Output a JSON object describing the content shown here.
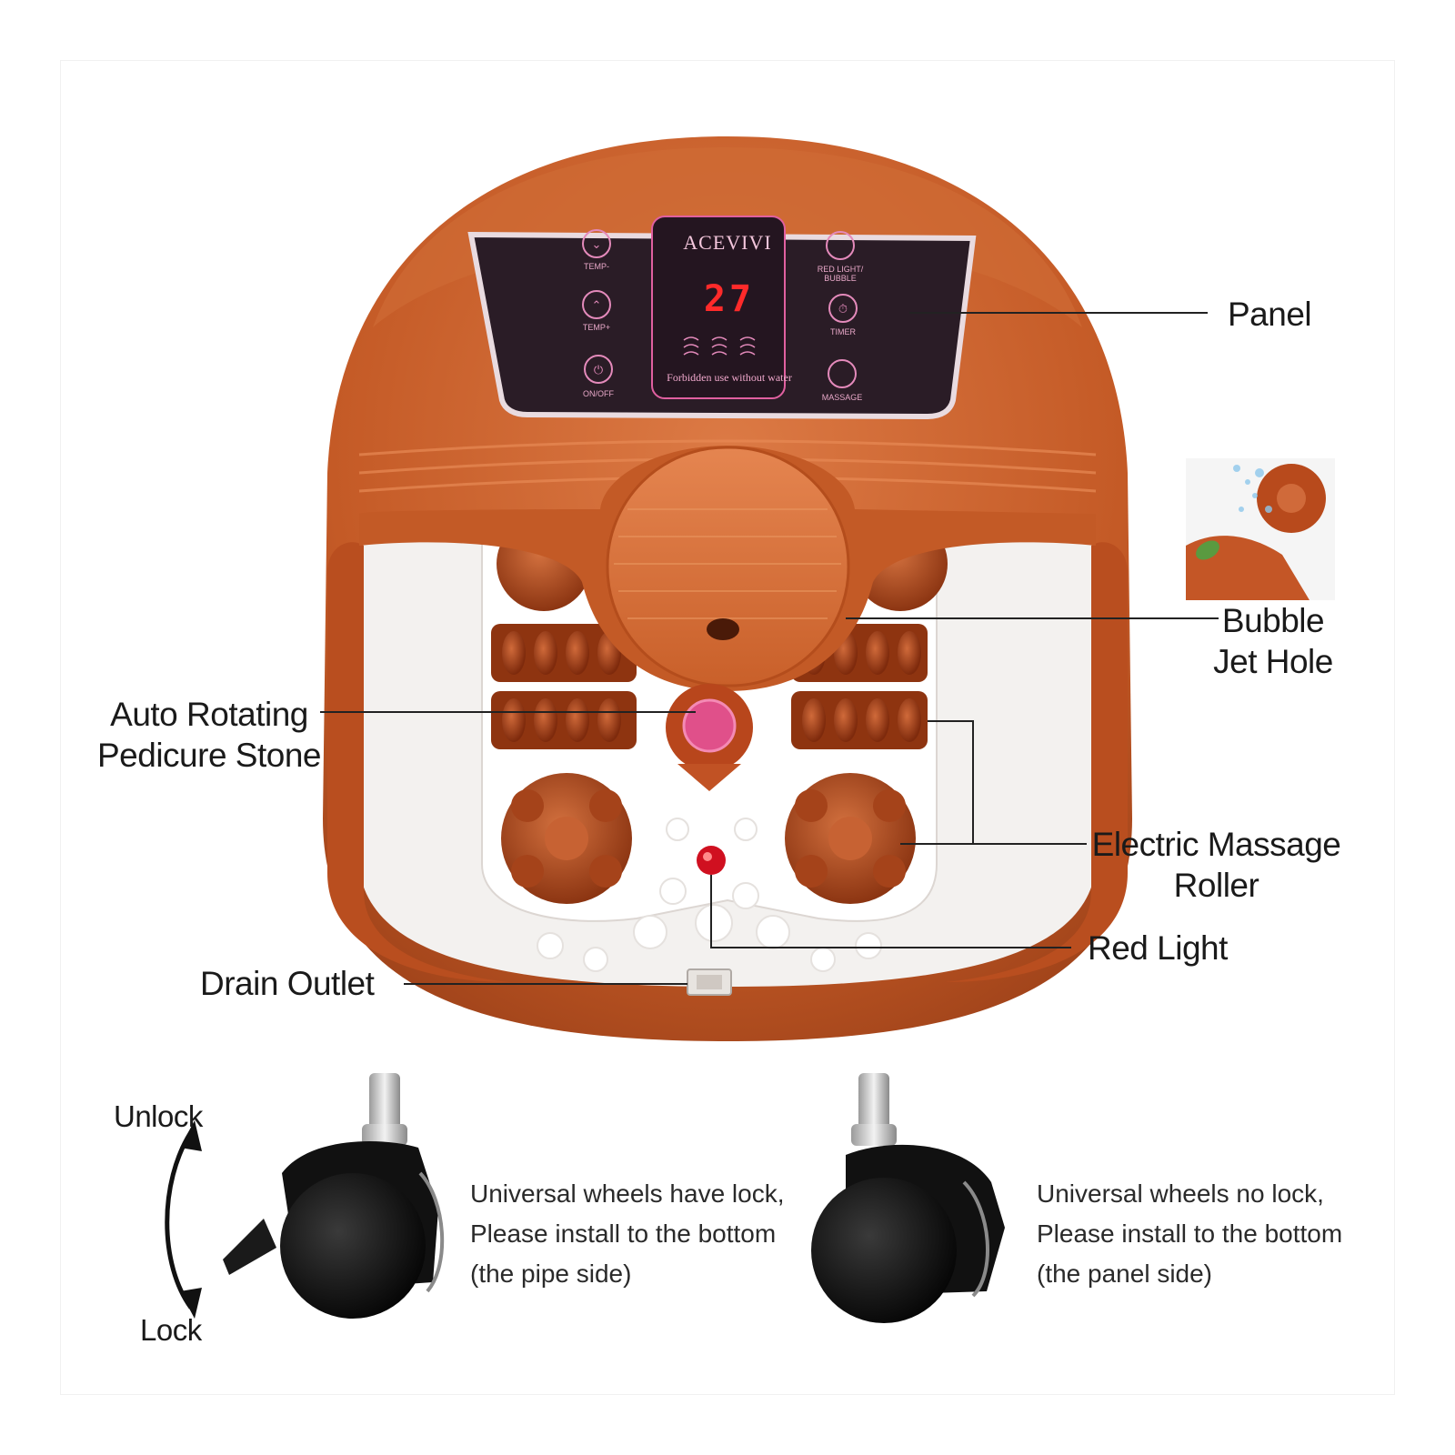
{
  "device": {
    "brand": "ACEVIVI",
    "display_value": "27",
    "warning": "Forbidden use without water",
    "buttons": {
      "temp_down": "TEMP-",
      "temp_up": "TEMP+",
      "on_off": "ON/OFF",
      "red_light_bubble": "RED LIGHT/ BUBBLE",
      "timer": "TIMER",
      "massage": "MASSAGE"
    }
  },
  "callouts": {
    "panel": "Panel",
    "bubble_line1": "Bubble",
    "bubble_line2": "Jet Hole",
    "stone_line1": "Auto Rotating",
    "stone_line2": "Pedicure Stone",
    "roller_line1": "Electric Massage",
    "roller_line2": "Roller",
    "red_light": "Red Light",
    "drain": "Drain Outlet"
  },
  "wheels": {
    "unlock": "Unlock",
    "lock": "Lock",
    "locking_note": [
      "Universal wheels have lock,",
      "Please install to the bottom",
      "(the pipe side)"
    ],
    "plain_note": [
      "Universal wheels no lock,",
      "Please install to the bottom",
      "(the panel side)"
    ]
  },
  "colors": {
    "body": "#c9602a",
    "body_dark": "#a9481c",
    "basin": "#f4f2f0",
    "panel": "#2a1c26",
    "roller": "#9a3a14",
    "accent_pink": "#e0508a"
  }
}
